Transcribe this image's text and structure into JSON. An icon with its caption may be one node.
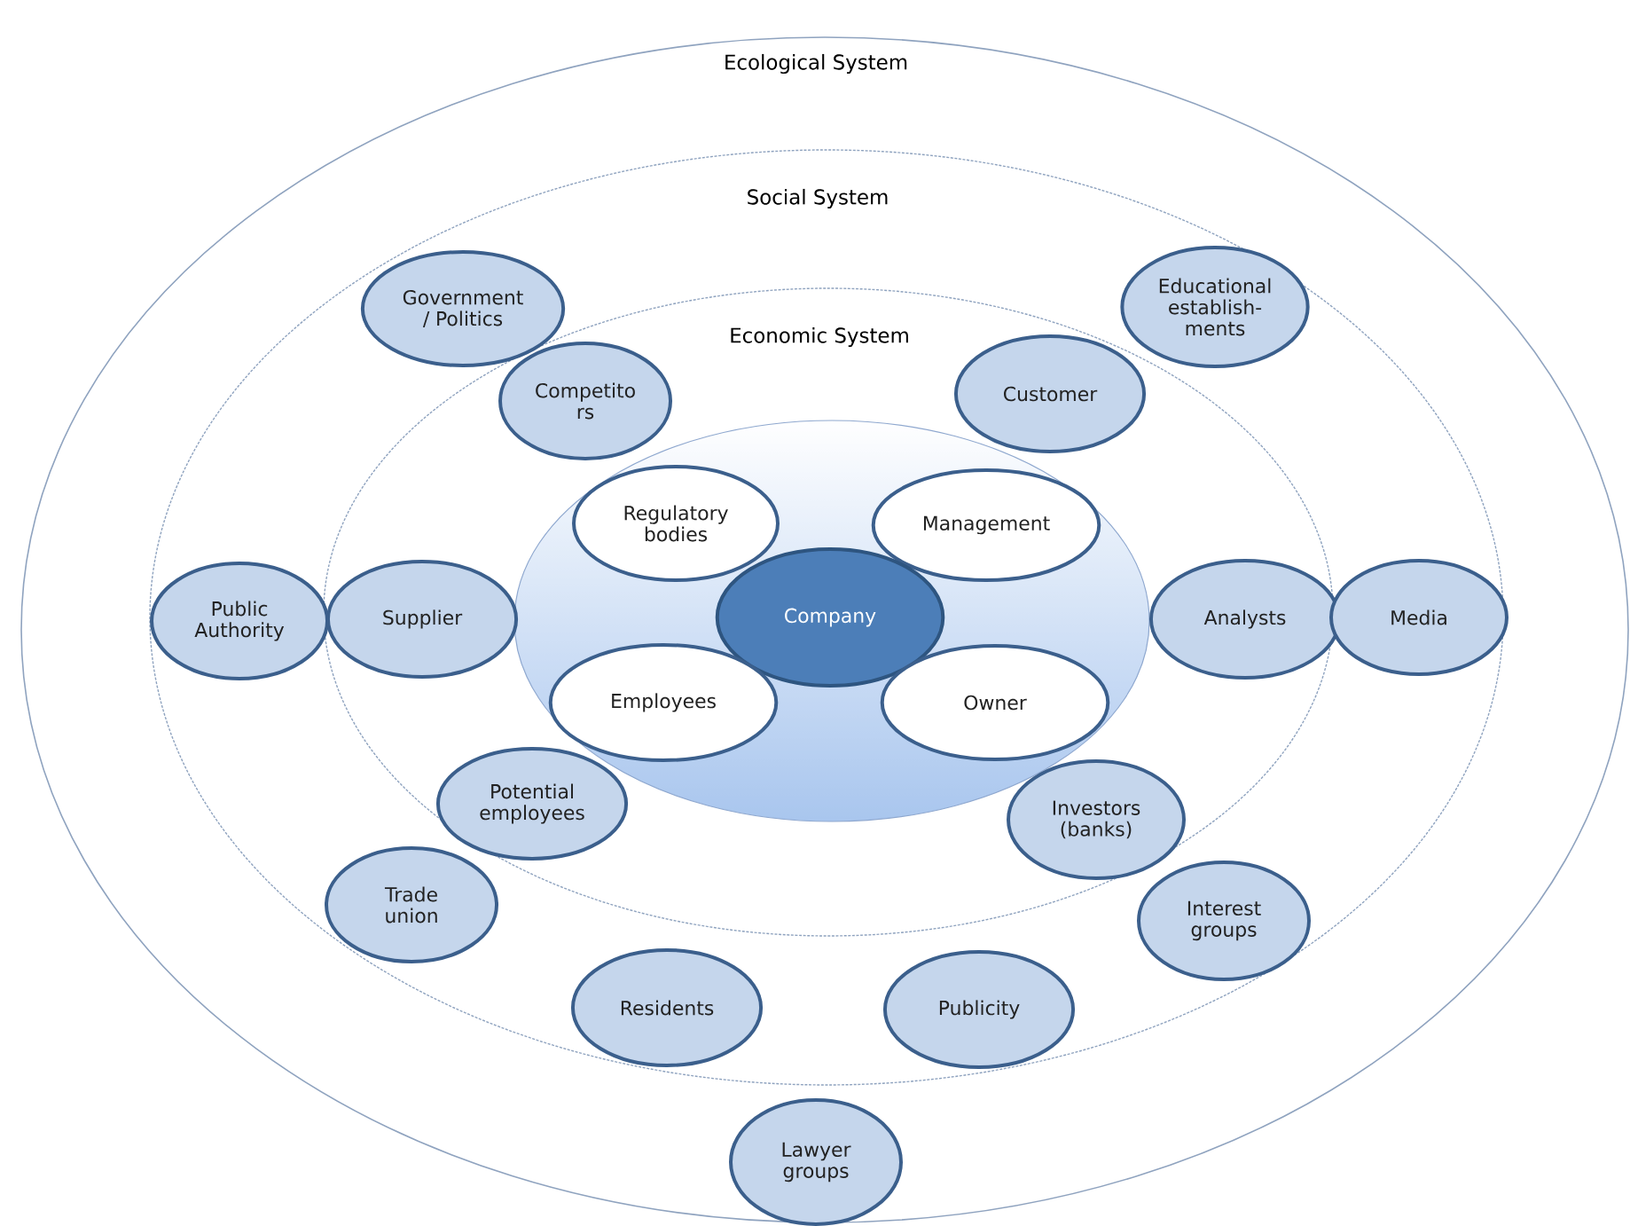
{
  "diagram": {
    "nodes": [
      {
        "text": [
          "Ecological System"
        ]
      },
      {
        "text": [
          "Social System"
        ],
        "in": 0
      },
      {
        "text": [
          "Economic System"
        ],
        "in": 1
      },
      {
        "text": [],
        "shape": "ellipse",
        "in": 2
      },
      {
        "text": [
          "Regulatory bodies"
        ],
        "in": 3
      },
      {
        "text": [
          "Management"
        ],
        "in": 3
      },
      {
        "text": [
          "Company"
        ],
        "in": 3
      },
      {
        "text": [
          "Employees"
        ],
        "in": 3
      },
      {
        "text": [
          "Owner"
        ],
        "in": 3
      },
      {
        "text": [
          "Government / Politics"
        ],
        "in": 1
      },
      {
        "text": [
          "Educational establish- ments"
        ],
        "in": 1
      },
      {
        "text": [
          "Competito rs"
        ],
        "in": 2
      },
      {
        "text": [
          "Customer"
        ],
        "in": 2
      },
      {
        "text": [
          "Public Authority"
        ],
        "in": 1
      },
      {
        "text": [
          "Supplier"
        ],
        "in": 2
      },
      {
        "text": [
          "Analysts"
        ],
        "in": 2
      },
      {
        "text": [
          "Media"
        ],
        "in": 1
      },
      {
        "text": [
          "Potential employees"
        ],
        "in": 2
      },
      {
        "text": [
          "Investors (banks)"
        ],
        "in": 2
      },
      {
        "text": [
          "Trade union"
        ],
        "in": 1
      },
      {
        "text": [
          "Interest groups"
        ],
        "in": 1
      },
      {
        "text": [
          "Residents"
        ],
        "in": 1
      },
      {
        "text": [
          "Publicity"
        ],
        "in": 1
      },
      {
        "text": [
          "Lawyer groups"
        ],
        "in": 0
      }
    ]
  }
}
